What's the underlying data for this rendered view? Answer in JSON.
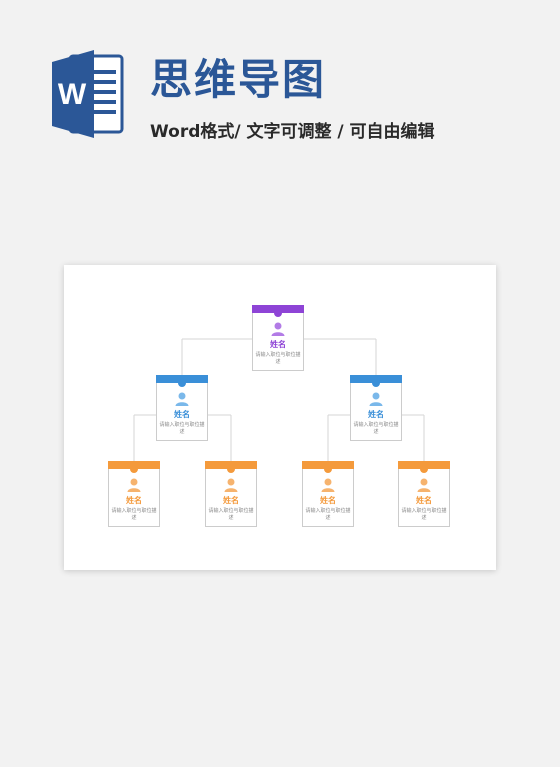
{
  "header": {
    "logo_icon": "word-logo-icon",
    "logo_letter": "W",
    "title": "思维导图",
    "subtitle": "Word格式/ 文字可调整 / 可自由编辑"
  },
  "colors": {
    "brand_blue": "#2b5797",
    "root": "#8e44d6",
    "level2": "#3a8fd8",
    "level3": "#f49a3c"
  },
  "chart": {
    "nodes": [
      {
        "level": 1,
        "name": "姓名",
        "desc": "请输入职位与职位描述"
      },
      {
        "level": 2,
        "name": "姓名",
        "desc": "请输入职位与职位描述"
      },
      {
        "level": 2,
        "name": "姓名",
        "desc": "请输入职位与职位描述"
      },
      {
        "level": 3,
        "name": "姓名",
        "desc": "请输入职位与职位描述"
      },
      {
        "level": 3,
        "name": "姓名",
        "desc": "请输入职位与职位描述"
      },
      {
        "level": 3,
        "name": "姓名",
        "desc": "请输入职位与职位描述"
      },
      {
        "level": 3,
        "name": "姓名",
        "desc": "请输入职位与职位描述"
      }
    ]
  }
}
